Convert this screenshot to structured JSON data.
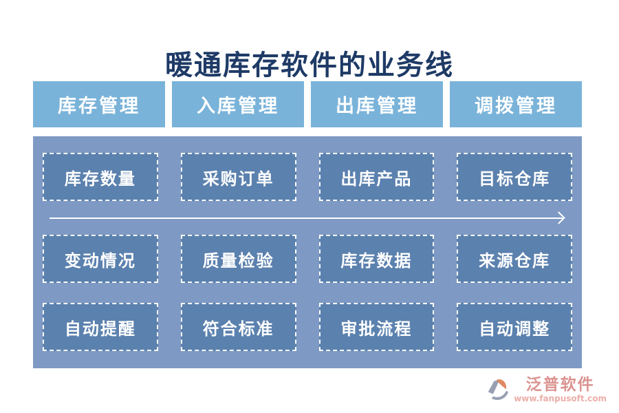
{
  "title": "暖通库存软件的业务线",
  "columns": [
    {
      "header": "库存管理",
      "items": [
        "库存数量",
        "变动情况",
        "自动提醒"
      ]
    },
    {
      "header": "入库管理",
      "items": [
        "采购订单",
        "质量检验",
        "符合标准"
      ]
    },
    {
      "header": "出库管理",
      "items": [
        "出库产品",
        "库存数据",
        "审批流程"
      ]
    },
    {
      "header": "调拨管理",
      "items": [
        "目标仓库",
        "来源仓库",
        "自动调整"
      ]
    }
  ],
  "footer": {
    "brand": "泛普软件",
    "url": "www.fanpusoft.com"
  },
  "colors": {
    "title_text": "#1e3a66",
    "header_box": "#7ab3d9",
    "panel_background": "#7e9ac4",
    "node_box": "#5b81ae",
    "node_border": "#ffffff",
    "arrow": "#ffffff",
    "brand_text": "#db9390",
    "brand_url": "#ecaea8",
    "logo_gray": "#98a0b2",
    "logo_orange": "#df8a63"
  }
}
